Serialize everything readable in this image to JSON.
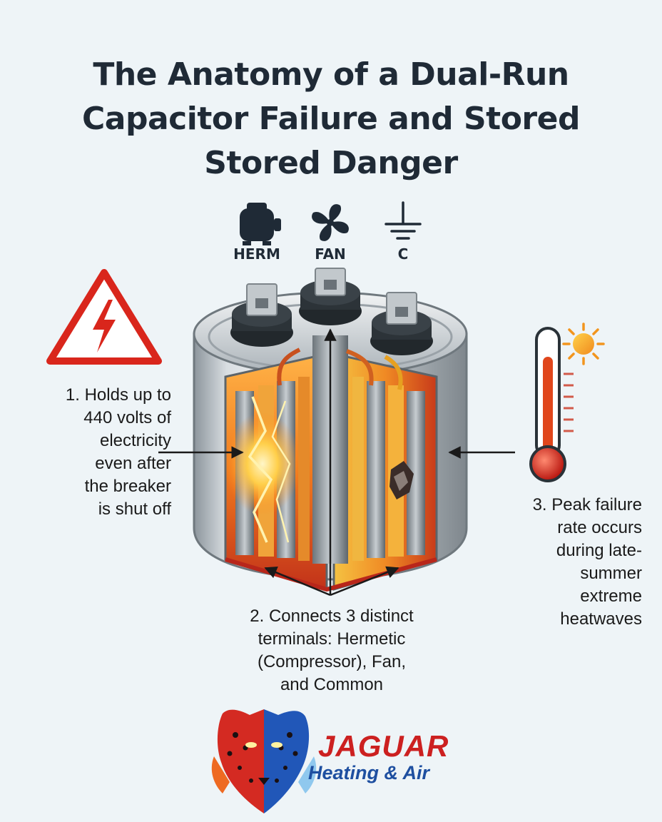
{
  "title": {
    "lines": [
      "The Anatomy of a Dual-Run",
      "Capacitor Failure and Stored",
      "Stored Danger"
    ]
  },
  "terminals": [
    {
      "label": "HERM",
      "icon": "compressor-icon"
    },
    {
      "label": "FAN",
      "icon": "fan-icon"
    },
    {
      "label": "C",
      "icon": "ground-icon"
    }
  ],
  "callouts": {
    "voltage": [
      "1. Holds up to",
      "440 volts of",
      "electricity",
      "even after",
      "the breaker",
      "is shut off"
    ],
    "terminals": [
      "2. Connects 3 distinct",
      "terminals: Hermetic",
      "(Compressor), Fan,",
      "and Common"
    ],
    "heat": [
      "3. Peak failure",
      "rate occurs",
      "during late-",
      "summer",
      "extreme",
      "heatwaves"
    ]
  },
  "brand": {
    "name": "JAGUAR",
    "tagline": "Heating & Air"
  },
  "icons": [
    "warning-high-voltage-icon",
    "thermometer-icon",
    "sun-icon",
    "jaguar-logo-icon"
  ],
  "colors": {
    "title": "#1f2a36",
    "warning_red": "#d9261c",
    "brand_red": "#cc2020",
    "brand_blue": "#1e4fa0",
    "flame_orange": "#f28a1e"
  }
}
